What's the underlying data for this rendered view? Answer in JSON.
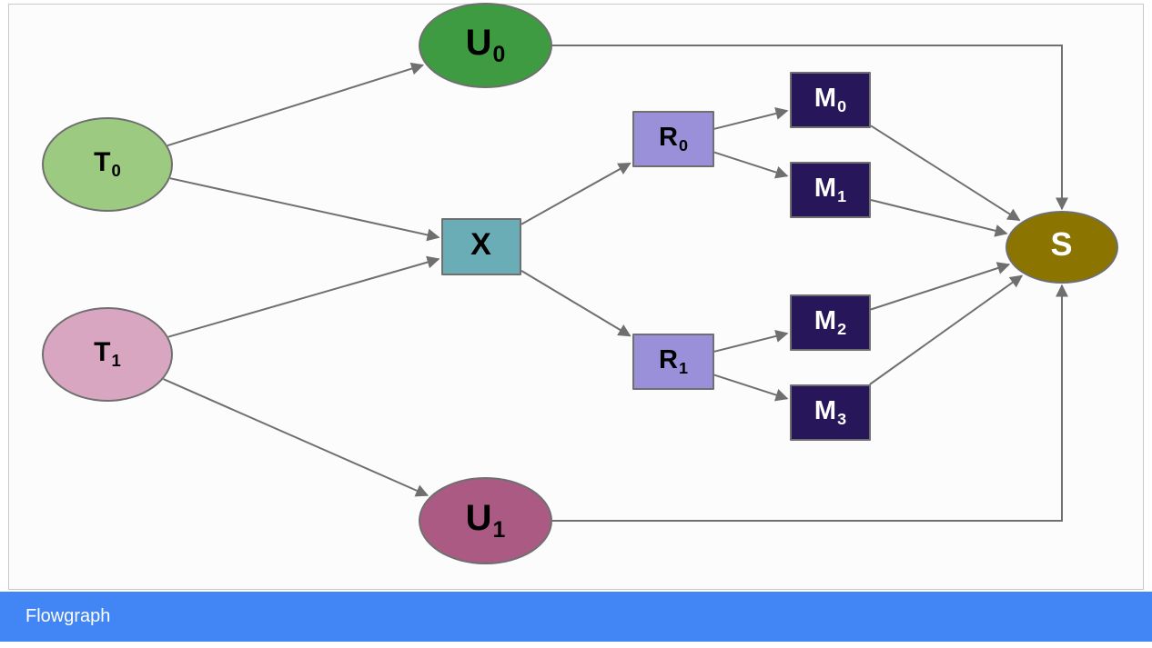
{
  "footer": {
    "title": "Flowgraph",
    "background": "#4285f4",
    "text_color": "#ffffff"
  },
  "style": {
    "edge_color": "#6f6f6f",
    "canvas_background": "#fcfcfc",
    "canvas_border": "#c9c9c9"
  },
  "nodes": {
    "T0": {
      "main": "T",
      "sub": "0",
      "shape": "ellipse",
      "fill": "#9dca81",
      "stroke": "#6f6f6f",
      "text_color": "#000000"
    },
    "T1": {
      "main": "T",
      "sub": "1",
      "shape": "ellipse",
      "fill": "#d9a6c2",
      "stroke": "#6f6f6f",
      "text_color": "#000000"
    },
    "U0": {
      "main": "U",
      "sub": "0",
      "shape": "ellipse",
      "fill": "#3f9b41",
      "stroke": "#6f6f6f",
      "text_color": "#000000"
    },
    "U1": {
      "main": "U",
      "sub": "1",
      "shape": "ellipse",
      "fill": "#ab5a83",
      "stroke": "#6f6f6f",
      "text_color": "#000000"
    },
    "X": {
      "main": "X",
      "sub": "",
      "shape": "rect",
      "fill": "#6badb7",
      "stroke": "#6f6f6f",
      "text_color": "#000000"
    },
    "R0": {
      "main": "R",
      "sub": "0",
      "shape": "rect",
      "fill": "#9a8fd9",
      "stroke": "#6f6f6f",
      "text_color": "#000000"
    },
    "R1": {
      "main": "R",
      "sub": "1",
      "shape": "rect",
      "fill": "#9a8fd9",
      "stroke": "#6f6f6f",
      "text_color": "#000000"
    },
    "M0": {
      "main": "M",
      "sub": "0",
      "shape": "rect",
      "fill": "#27175a",
      "stroke": "#6f6f6f",
      "text_color": "#ffffff"
    },
    "M1": {
      "main": "M",
      "sub": "1",
      "shape": "rect",
      "fill": "#27175a",
      "stroke": "#6f6f6f",
      "text_color": "#ffffff"
    },
    "M2": {
      "main": "M",
      "sub": "2",
      "shape": "rect",
      "fill": "#27175a",
      "stroke": "#6f6f6f",
      "text_color": "#ffffff"
    },
    "M3": {
      "main": "M",
      "sub": "3",
      "shape": "rect",
      "fill": "#27175a",
      "stroke": "#6f6f6f",
      "text_color": "#ffffff"
    },
    "S": {
      "main": "S",
      "sub": "",
      "shape": "ellipse",
      "fill": "#8b7500",
      "stroke": "#6f6f6f",
      "text_color": "#ffffff"
    }
  },
  "edges": [
    {
      "from": "T0",
      "to": "U0"
    },
    {
      "from": "T0",
      "to": "X"
    },
    {
      "from": "T1",
      "to": "X"
    },
    {
      "from": "T1",
      "to": "U1"
    },
    {
      "from": "X",
      "to": "R0"
    },
    {
      "from": "X",
      "to": "R1"
    },
    {
      "from": "R0",
      "to": "M0"
    },
    {
      "from": "R0",
      "to": "M1"
    },
    {
      "from": "R1",
      "to": "M2"
    },
    {
      "from": "R1",
      "to": "M3"
    },
    {
      "from": "M0",
      "to": "S"
    },
    {
      "from": "M1",
      "to": "S"
    },
    {
      "from": "M2",
      "to": "S"
    },
    {
      "from": "M3",
      "to": "S"
    },
    {
      "from": "U0",
      "to": "S",
      "route": "elbow"
    },
    {
      "from": "U1",
      "to": "S",
      "route": "elbow"
    }
  ]
}
